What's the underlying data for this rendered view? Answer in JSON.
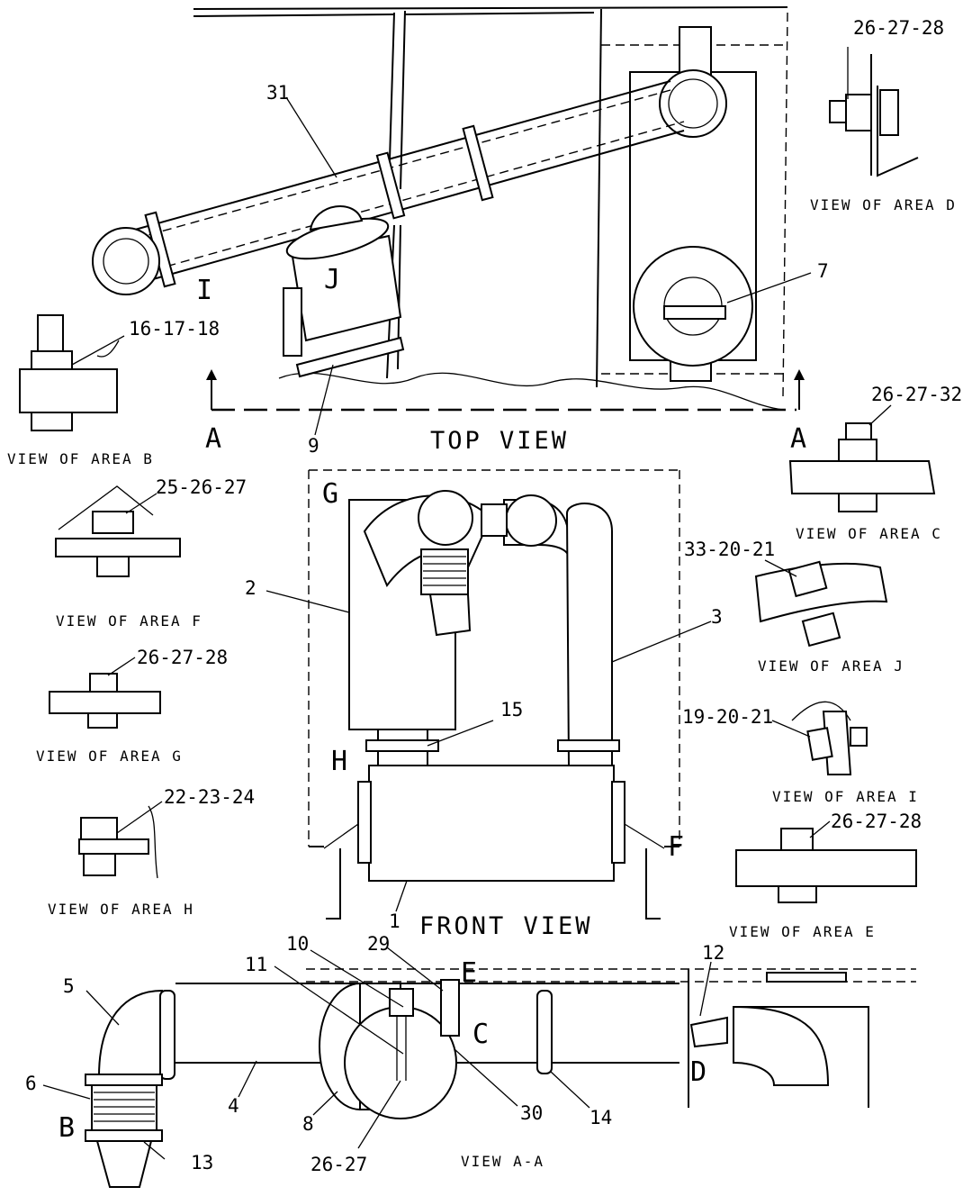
{
  "views": {
    "top": "TOP VIEW",
    "front": "FRONT VIEW",
    "section": "VIEW A-A"
  },
  "area_views": {
    "B": "VIEW OF AREA B",
    "C": "VIEW OF AREA C",
    "D": "VIEW OF AREA D",
    "E": "VIEW OF AREA E",
    "F": "VIEW OF AREA F",
    "G": "VIEW OF AREA G",
    "H": "VIEW OF AREA H",
    "I": "VIEW OF AREA I",
    "J": "VIEW OF AREA J"
  },
  "area_letters": {
    "A": "A",
    "B": "B",
    "C": "C",
    "D": "D",
    "E": "E",
    "F": "F",
    "G": "G",
    "H": "H",
    "I": "I",
    "J": "J"
  },
  "callouts": {
    "p1": "1",
    "p2": "2",
    "p3": "3",
    "p4": "4",
    "p5": "5",
    "p6": "6",
    "p7": "7",
    "p8": "8",
    "p9": "9",
    "p10": "10",
    "p11": "11",
    "p12": "12",
    "p13": "13",
    "p14": "14",
    "p15": "15",
    "p29": "29",
    "p30": "30",
    "p31": "31",
    "p26_27": "26-27",
    "area_b": "16-17-18",
    "area_c": "26-27-32",
    "area_d": "26-27-28",
    "area_e": "26-27-28",
    "area_f": "25-26-27",
    "area_g": "26-27-28",
    "area_h": "22-23-24",
    "area_i": "19-20-21",
    "area_j": "33-20-21"
  }
}
